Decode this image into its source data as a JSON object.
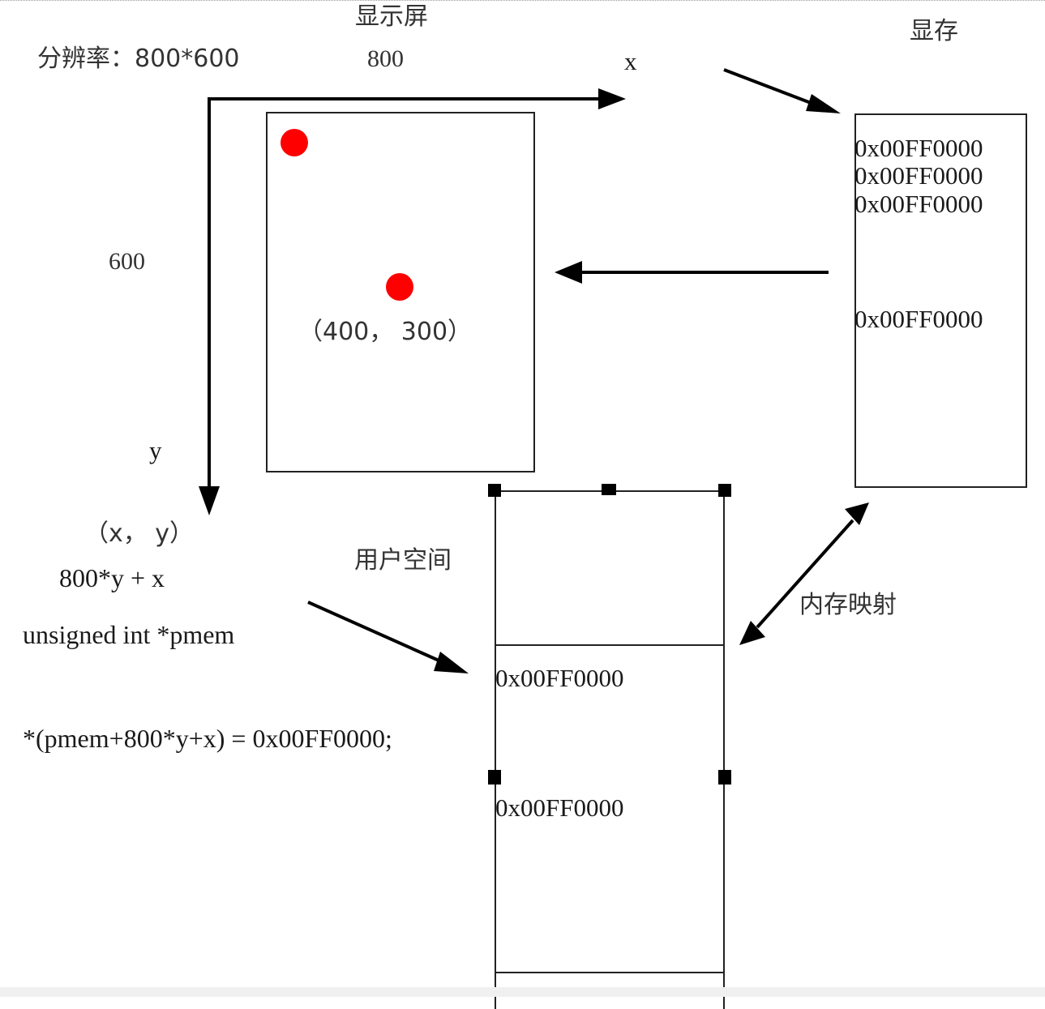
{
  "screen": {
    "title": "显示屏",
    "resolution_label": "分辨率：800*600",
    "width_label": "800",
    "height_label": "600",
    "x_axis_label": "x",
    "y_axis_label": "y",
    "center_point_label": "（400，  300）",
    "pixel_color": "#ff0000"
  },
  "framebuffer": {
    "title": "显存",
    "cells": [
      "0x00FF0000",
      "0x00FF0000",
      "0x00FF0000",
      "0x00FF0000"
    ]
  },
  "user_space": {
    "title": "用户空间",
    "cells": [
      "0x00FF0000",
      "0x00FF0000"
    ]
  },
  "mapping_label": "内存映射",
  "formula": {
    "coord": "（x，  y）",
    "offset": "800*y + x",
    "pointer_decl": "unsigned int *pmem",
    "assignment": "*(pmem+800*y+x) = 0x00FF0000;"
  }
}
